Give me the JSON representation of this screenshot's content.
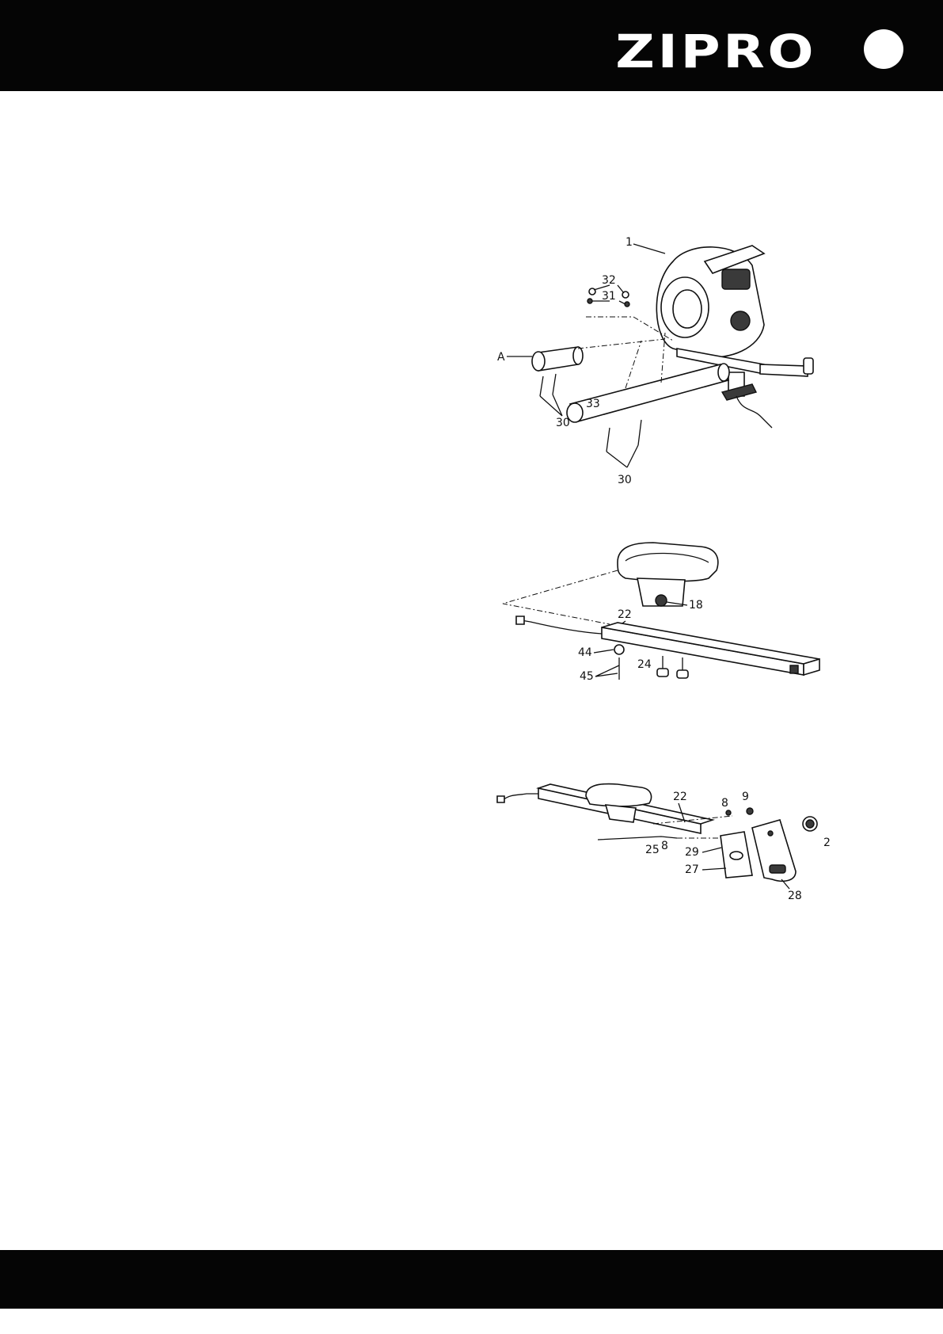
{
  "header": {
    "brand": "ZIPRO"
  },
  "figures": [
    {
      "id": "step1",
      "labels": {
        "console": "1",
        "washer": "32",
        "bolt": "31",
        "rear_stab": "A",
        "front_stab": "33",
        "screws_a": "30",
        "screws_b": "30"
      }
    },
    {
      "id": "step2",
      "labels": {
        "seat_knob": "18",
        "rail": "22",
        "pin": "44",
        "washers": "45",
        "wheels": "24"
      }
    },
    {
      "id": "step3",
      "labels": {
        "rail": "22",
        "washer_top": "8",
        "nut": "9",
        "bolt": "25",
        "washer_low": "8",
        "plate": "29",
        "screw": "27",
        "cover": "28",
        "cap": "2"
      }
    }
  ]
}
